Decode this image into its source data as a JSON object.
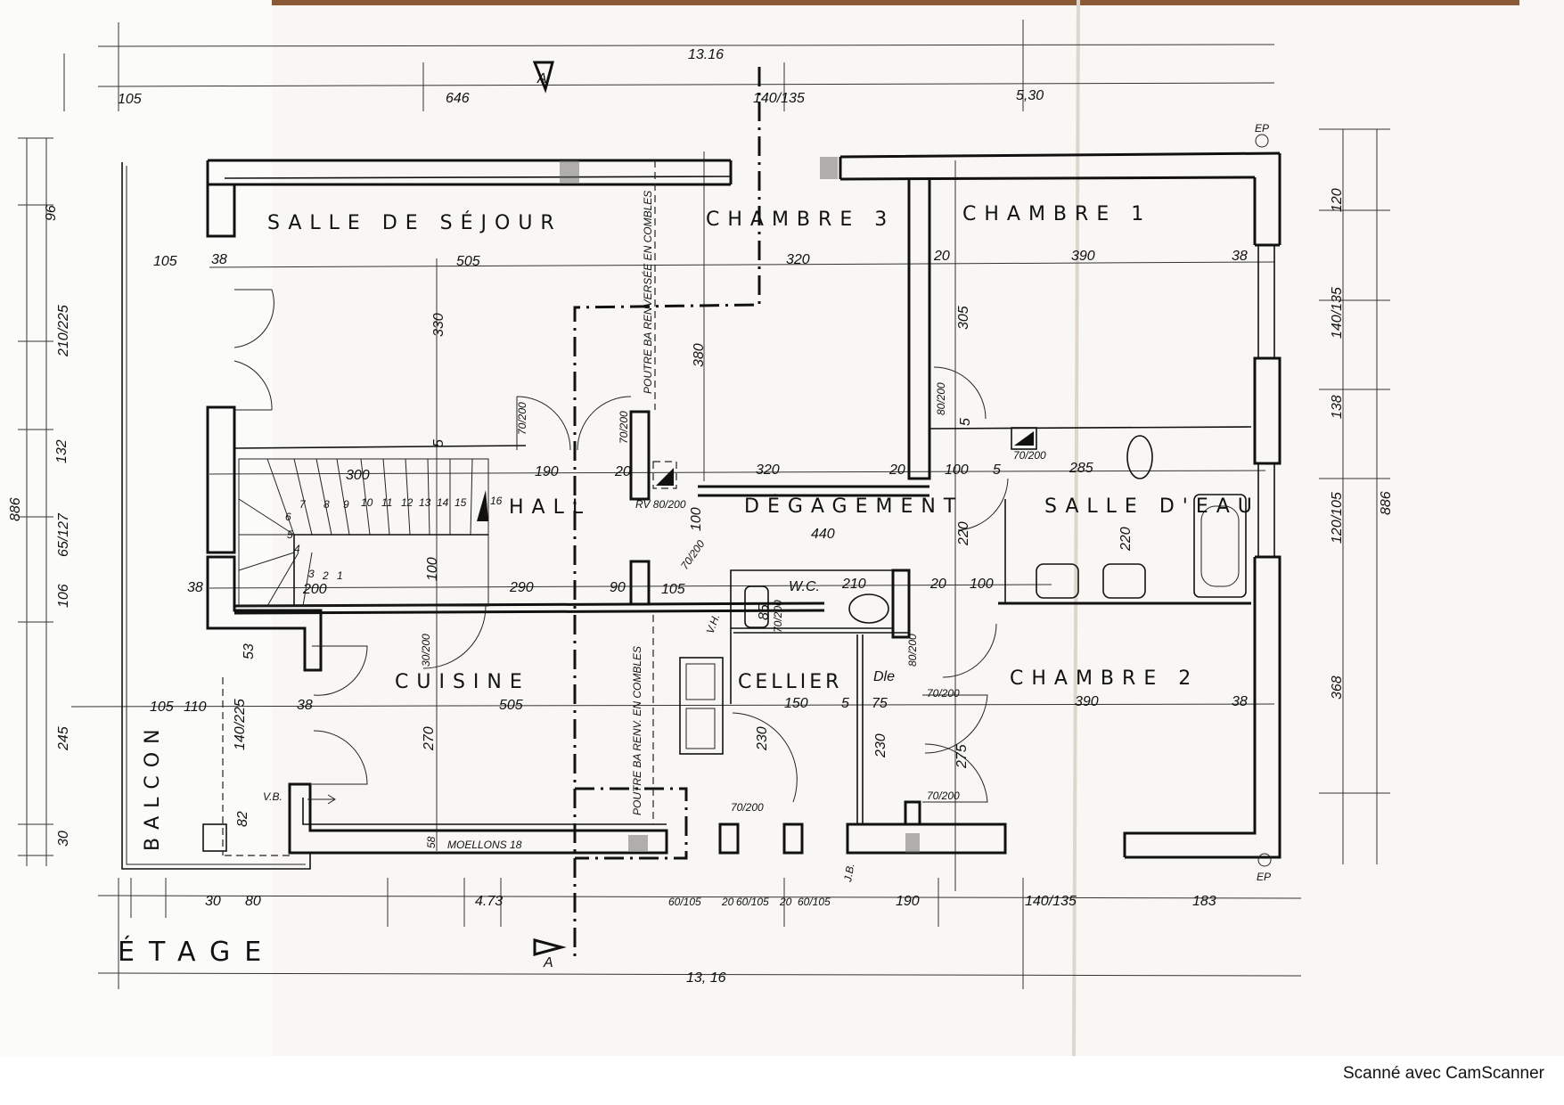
{
  "plan_title": "ÉTAGE",
  "rooms": {
    "sejour": "SALLE DE SÉJOUR",
    "chambre3": "CHAMBRE 3",
    "chambre1": "CHAMBRE 1",
    "hall": "HALL",
    "degagement": "DÉGAGEMENT",
    "salle_eau": "SALLE D'EAU",
    "cuisine": "CUISINE",
    "cellier": "CELLIER",
    "dle": "Dle",
    "chambre2": "CHAMBRE 2",
    "wc": "W.C.",
    "balcon": "BALCON"
  },
  "section_marker": "A",
  "top_dims": {
    "total": "13.16",
    "d1": "105",
    "d2": "646",
    "d3": "140/135",
    "d4": "5,30"
  },
  "bottom_dims": {
    "total": "13, 16",
    "d1": "30",
    "d2": "80",
    "d3": "4.73",
    "d4": "60/105",
    "d5": "20",
    "d6": "60/105",
    "d7": "20",
    "d8": "60/105",
    "d9": "190",
    "d10": "140/135",
    "d11": "183"
  },
  "left_dims": {
    "total": "886",
    "d1": "96",
    "d2": "210/225",
    "d3": "132",
    "d4": "65/127",
    "d5": "106",
    "d6": "245",
    "d7": "30"
  },
  "right_dims": {
    "total": "886",
    "d1": "120",
    "d2": "140/135",
    "d3": "138",
    "d4": "120/105",
    "d5": "368"
  },
  "interior": {
    "r1": [
      "105",
      "38",
      "505",
      "320",
      "20",
      "390",
      "38"
    ],
    "r2": [
      "300",
      "190",
      "20",
      "320",
      "20",
      "100",
      "5",
      "285"
    ],
    "r3": [
      "290",
      "90",
      "105",
      "200",
      "38",
      "210",
      "20",
      "100",
      "440"
    ],
    "r4": [
      "105",
      "110",
      "38",
      "505",
      "150",
      "5",
      "75",
      "390",
      "38"
    ],
    "vert": [
      "330",
      "380",
      "305",
      "220",
      "220",
      "100",
      "100",
      "270",
      "230",
      "230",
      "275",
      "85",
      "53",
      "140/225",
      "82",
      "58",
      "5",
      "5"
    ],
    "doors": [
      "70/200",
      "70/200",
      "80/200",
      "70/200",
      "RV 80/200",
      "70/200",
      "30/200",
      "80/200",
      "70/200",
      "70/200",
      "70/200",
      "70/200"
    ]
  },
  "annotations": {
    "poutre_top": "POUTRE BA RENVERSÉE EN COMBLES",
    "poutre_bottom": "POUTRE BA RENV. EN COMBLES",
    "moellons": "MOELLONS 18",
    "vb": "V.B.",
    "vh": "V.H.",
    "jb": "J.B.",
    "ep_top": "EP",
    "ep_bottom": "EP"
  },
  "stair_steps": [
    "1",
    "2",
    "3",
    "4",
    "5",
    "6",
    "7",
    "8",
    "9",
    "10",
    "11",
    "12",
    "13",
    "14",
    "15",
    "16"
  ],
  "footer": "Scanné avec CamScanner",
  "colors": {
    "paper": "#f7f5f1",
    "ink": "#111111"
  }
}
